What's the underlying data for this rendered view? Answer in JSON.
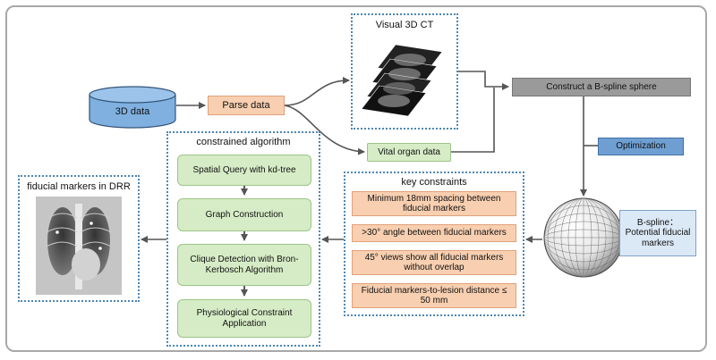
{
  "nodes": {
    "data_3d": "3D data",
    "parse_data": "Parse data",
    "visual_ct": "Visual 3D CT",
    "vital_organ": "Vital organ data",
    "bspline_sphere": "Construct a B-spline sphere",
    "optimization": "Optimization",
    "bspline_markers": "B-spline：\nPotential fiducial markers"
  },
  "constrained_algorithm": {
    "title": "constrained algorithm",
    "steps": [
      "Spatial Query with kd-tree",
      "Graph Construction",
      "Clique Detection with Bron-Kerbosch Algorithm",
      "Physiological Constraint Application"
    ]
  },
  "key_constraints": {
    "title": "key constraints",
    "items": [
      "Minimum 18mm spacing between fiducial markers",
      ">30° angle between fiducial markers",
      "45° views show all fiducial markers without overlap",
      "Fiducial markers-to-lesion distance ≤ 50 mm"
    ]
  },
  "output": {
    "title": "fiducial markers in DRR"
  },
  "colors": {
    "orange_fill": "#f8cfb0",
    "green_fill": "#d6ecc6",
    "blue_fill": "#6f9fd2",
    "gray_fill": "#9a9a9a",
    "dashed_border": "#4d86b4"
  },
  "icons": [
    "database-cylinder-icon",
    "ct-slices-icon",
    "wireframe-sphere-icon",
    "chest-xray-icon"
  ]
}
